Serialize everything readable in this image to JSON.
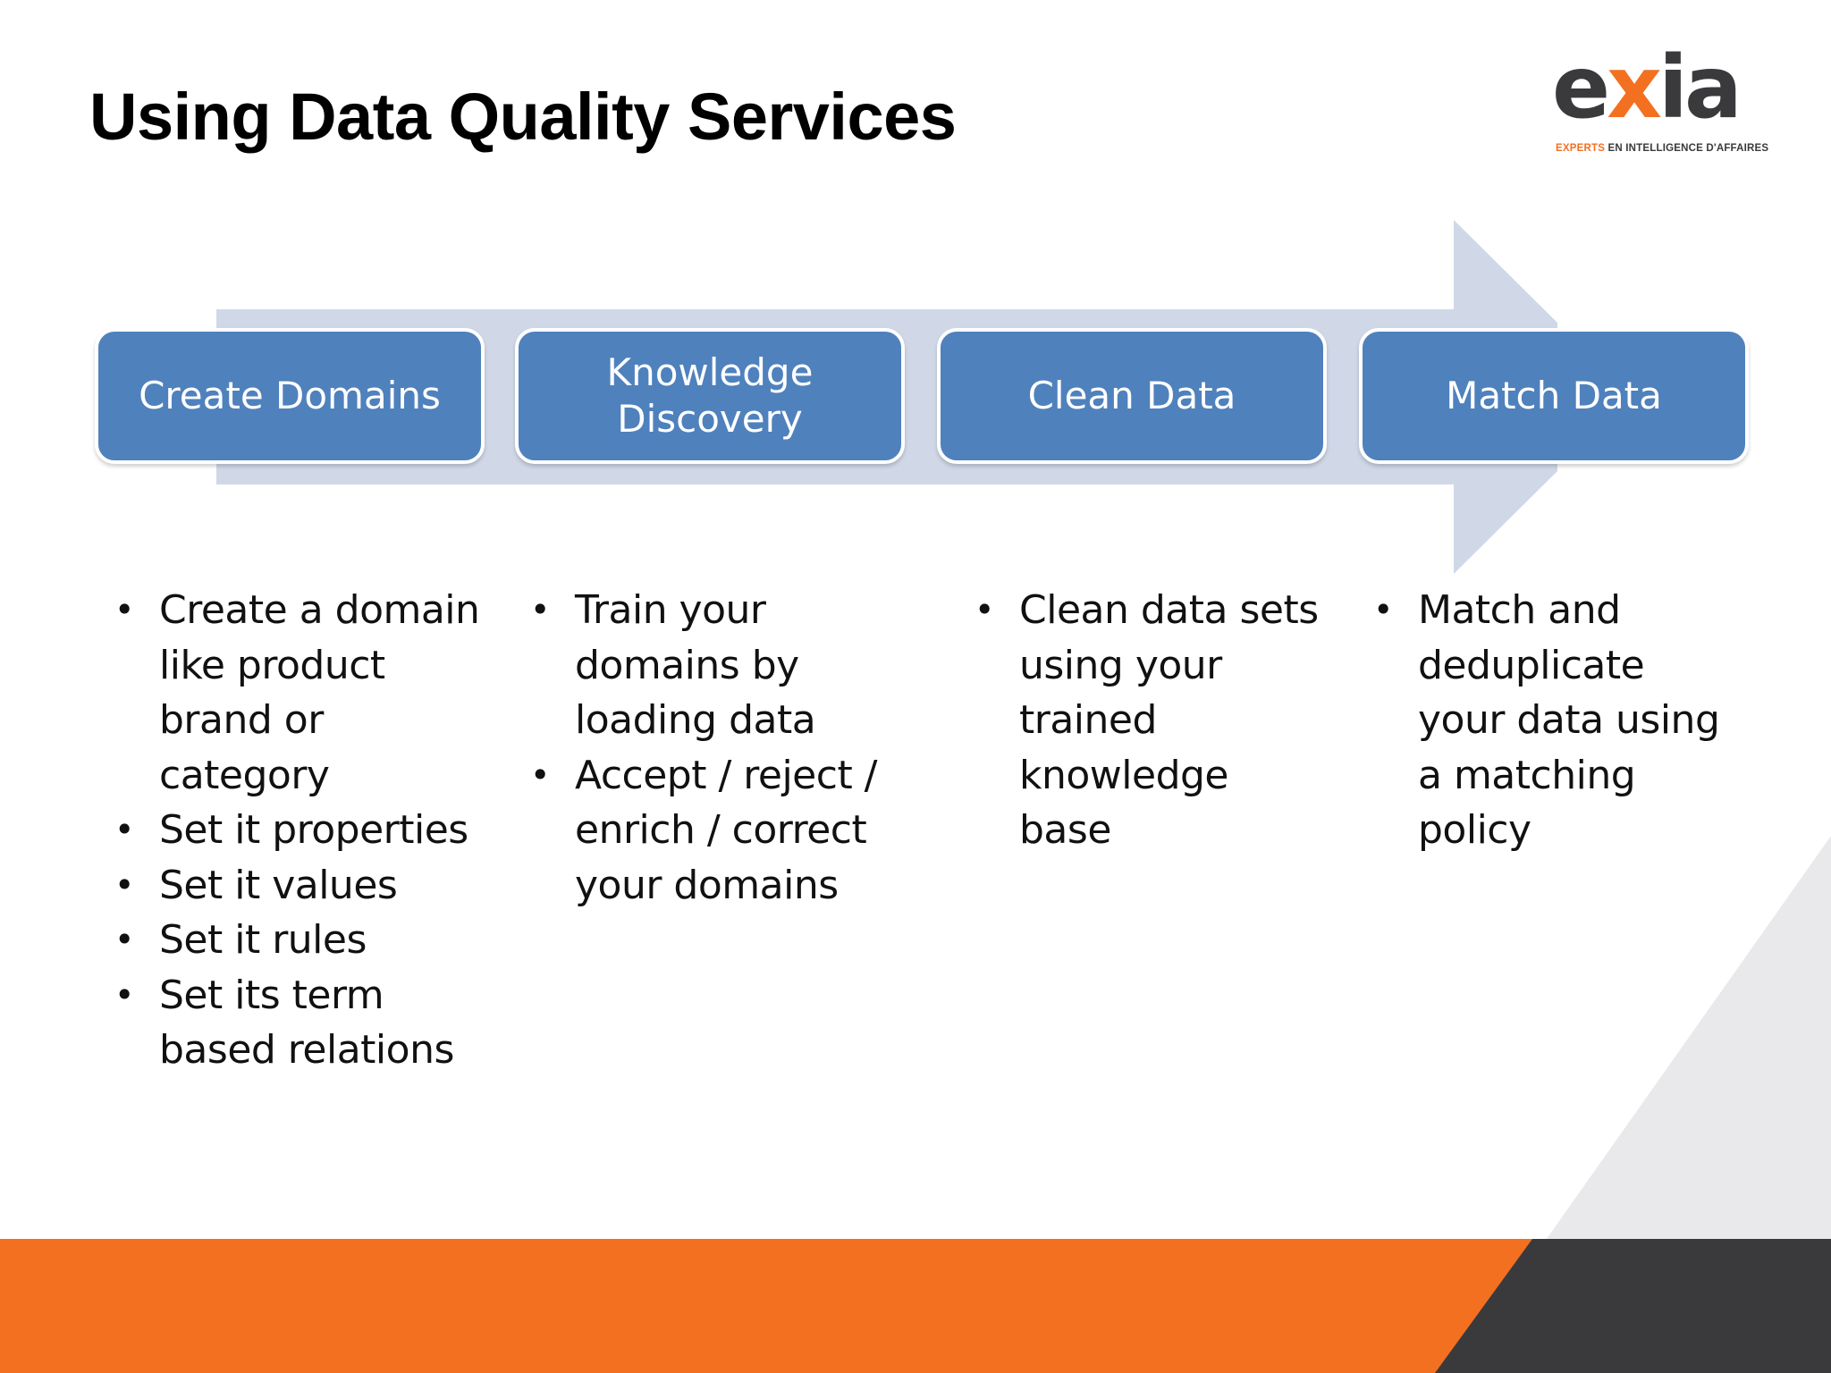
{
  "slide": {
    "title": "Using Data Quality Services"
  },
  "logo": {
    "word_prefix": "e",
    "word_x": "x",
    "word_suffix": "ia",
    "tagline_accent": "EXPERTS",
    "tagline_rest": " EN INTELLIGENCE D'AFFAIRES"
  },
  "steps": [
    {
      "label": "Create Domains"
    },
    {
      "label": "Knowledge\nDiscovery"
    },
    {
      "label": "Clean Data"
    },
    {
      "label": "Match Data"
    }
  ],
  "details": [
    {
      "bullets": [
        "Create a domain like product brand or category",
        "Set it properties",
        "Set it values",
        "Set it rules",
        "Set its term based relations"
      ]
    },
    {
      "bullets": [
        "Train your domains by loading data",
        "Accept / reject / enrich / correct your domains"
      ]
    },
    {
      "bullets": [
        "Clean data sets using your trained knowledge base"
      ]
    },
    {
      "bullets": [
        "Match and deduplicate your data using a matching policy"
      ]
    }
  ],
  "colors": {
    "step_fill": "#4f81bd",
    "arrow_fill": "#d0d8e8",
    "footer_orange": "#f37021",
    "footer_dark": "#3a3a3c",
    "corner_grey": "#f0f0f1"
  }
}
